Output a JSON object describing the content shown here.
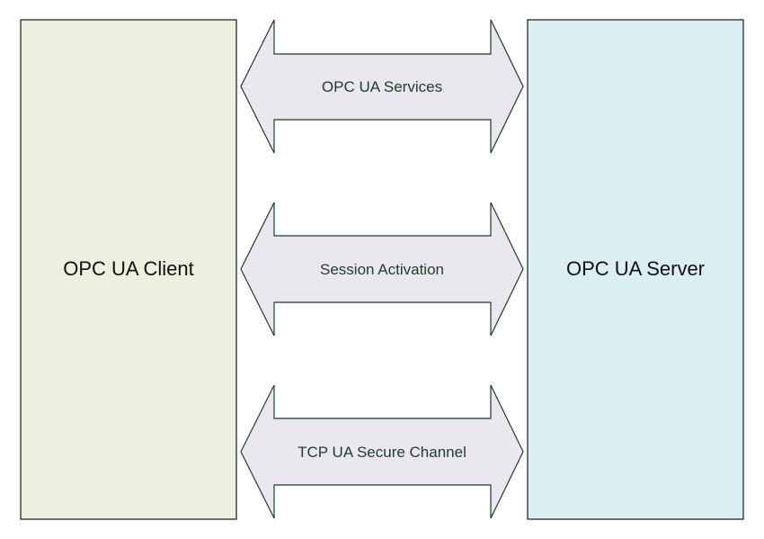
{
  "client": {
    "label": "OPC UA Client",
    "fill": "#ebf1de",
    "stroke": "#1a1a1a"
  },
  "server": {
    "label": "OPC UA Server",
    "fill": "#daeef3",
    "stroke": "#1a1a1a"
  },
  "arrows": [
    {
      "label": "OPC UA Services"
    },
    {
      "label": "Session Activation"
    },
    {
      "label": "TCP UA Secure Channel"
    }
  ],
  "arrow_style": {
    "fill": "#ebe7ef",
    "stroke": "#1f3b2a"
  }
}
